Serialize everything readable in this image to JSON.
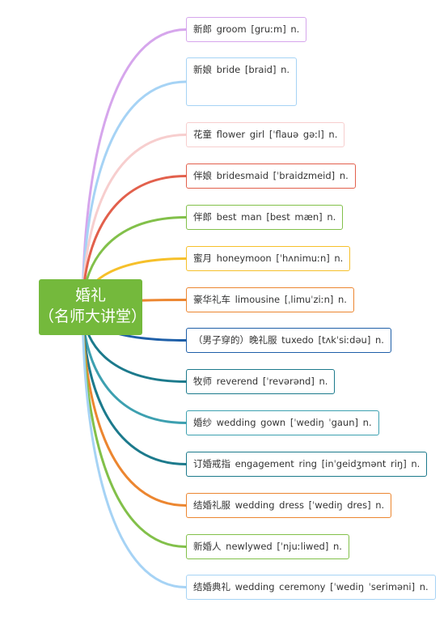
{
  "center": {
    "line1": "婚礼",
    "line2": "（名师大讲堂）",
    "color": "#74b93c"
  },
  "leaves": [
    {
      "text": "新郎  groom  [gruːm]  n.",
      "color": "#d6a6ec"
    },
    {
      "text": "新娘  bride  [braid]  n.",
      "color": "#a6d3f5"
    },
    {
      "text": "花童  flower  girl  [ˈflauə  gəːl]  n.",
      "color": "#f7cece"
    },
    {
      "text": "伴娘  bridesmaid  [ˈbraidzmeid]  n.",
      "color": "#e2604c"
    },
    {
      "text": "伴郎  best  man  [best  mæn]  n.",
      "color": "#82c04a"
    },
    {
      "text": "蜜月  honeymoon  [ˈhʌnimuːn]  n.",
      "color": "#f6c02a"
    },
    {
      "text": "豪华礼车  limousine  [ˌlimuˈziːn]  n.",
      "color": "#ec8630"
    },
    {
      "text": "（男子穿的）晚礼服  tuxedo  [tʌkˈsiːdəu]  n.",
      "color": "#1e5fa8"
    },
    {
      "text": "牧师  reverend  [ˈrevərənd]  n.",
      "color": "#1c7a8c"
    },
    {
      "text": "婚纱  wedding  gown  [ˈwediŋ  ˈgaun]  n.",
      "color": "#3da0b0"
    },
    {
      "text": "订婚戒指  engagement  ring  [inˈgeidʒmənt  riŋ]  n.",
      "color": "#1c7a8c"
    },
    {
      "text": "结婚礼服  wedding  dress  [ˈwediŋ  dres]  n.",
      "color": "#ec8630"
    },
    {
      "text": "新婚人  newlywed  [ˈnjuːliwed]  n.",
      "color": "#82c04a"
    },
    {
      "text": "结婚典礼  wedding  ceremony  [ˈwediŋ  ˈseriməni]  n.",
      "color": "#a6d3f5"
    }
  ]
}
